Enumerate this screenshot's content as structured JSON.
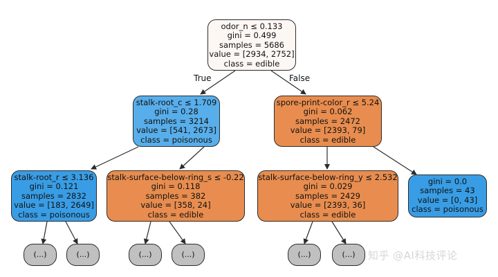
{
  "colors": {
    "root": "#fdf7f4",
    "poisonous": "#58aeea",
    "poisonous_pure": "#399de5",
    "edible": "#e88d4f",
    "elided": "#c0c0c0",
    "border": "#2b2b2b"
  },
  "tree": {
    "root": [
      "odor_n ≤ 0.133",
      "gini = 0.499",
      "samples = 5686",
      "value = [2934, 2752]",
      "class = edible"
    ],
    "left": [
      "stalk-root_c ≤ 1.709",
      "gini = 0.28",
      "samples = 3214",
      "value = [541, 2673]",
      "class = poisonous"
    ],
    "right": [
      "spore-print-color_r ≤ 5.24",
      "gini = 0.062",
      "samples = 2472",
      "value = [2393, 79]",
      "class = edible"
    ],
    "left_left": [
      "stalk-root_r ≤ 3.136",
      "gini = 0.121",
      "samples = 2832",
      "value = [183, 2649]",
      "class = poisonous"
    ],
    "left_right": [
      "stalk-surface-below-ring_s ≤ -0.22",
      "gini = 0.118",
      "samples = 382",
      "value = [358, 24]",
      "class = edible"
    ],
    "right_left": [
      "stalk-surface-below-ring_y ≤ 2.532",
      "gini = 0.029",
      "samples = 2429",
      "value = [2393, 36]",
      "class = edible"
    ],
    "right_right": [
      "gini = 0.0",
      "samples = 43",
      "value = [0, 43]",
      "class = poisonous"
    ],
    "elided_label": "(...)"
  },
  "edge_labels": {
    "true": "True",
    "false": "False"
  },
  "watermark": "知乎 @AI科技评论"
}
